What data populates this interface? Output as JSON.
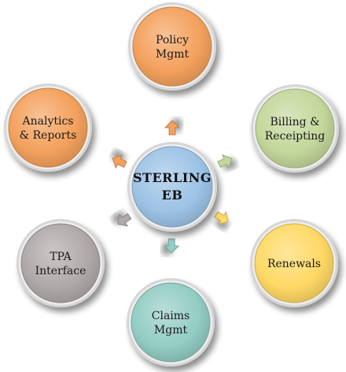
{
  "center": {
    "lines": [
      "STERLING",
      "EB"
    ],
    "color": "#9dc3e6"
  },
  "nodes": [
    {
      "name": "policy-mgmt-node",
      "lines": [
        "Policy",
        "Mgmt"
      ],
      "color": "#f4a15d"
    },
    {
      "name": "billing-receipting-node",
      "lines": [
        "Billing &",
        "Receipting"
      ],
      "color": "#c4d79b"
    },
    {
      "name": "renewals-node",
      "lines": [
        "Renewals"
      ],
      "color": "#ffd966"
    },
    {
      "name": "claims-mgmt-node",
      "lines": [
        "Claims",
        "Mgmt"
      ],
      "color": "#93cdc4"
    },
    {
      "name": "tpa-interface-node",
      "lines": [
        "TPA",
        "Interface"
      ],
      "color": "#b0a9a9"
    },
    {
      "name": "analytics-reports-node",
      "lines": [
        "Analytics",
        "& Reports"
      ],
      "color": "#f4a15d"
    }
  ],
  "arrows": [
    {
      "name": "arrow-to-policy-mgmt",
      "color": "#f4a15d"
    },
    {
      "name": "arrow-to-billing-receipting",
      "color": "#c4d79b"
    },
    {
      "name": "arrow-to-renewals",
      "color": "#ffd966"
    },
    {
      "name": "arrow-to-claims-mgmt",
      "color": "#93cdc4"
    },
    {
      "name": "arrow-to-tpa-interface",
      "color": "#b0a9a9"
    },
    {
      "name": "arrow-to-analytics-reports",
      "color": "#f4a15d"
    }
  ]
}
